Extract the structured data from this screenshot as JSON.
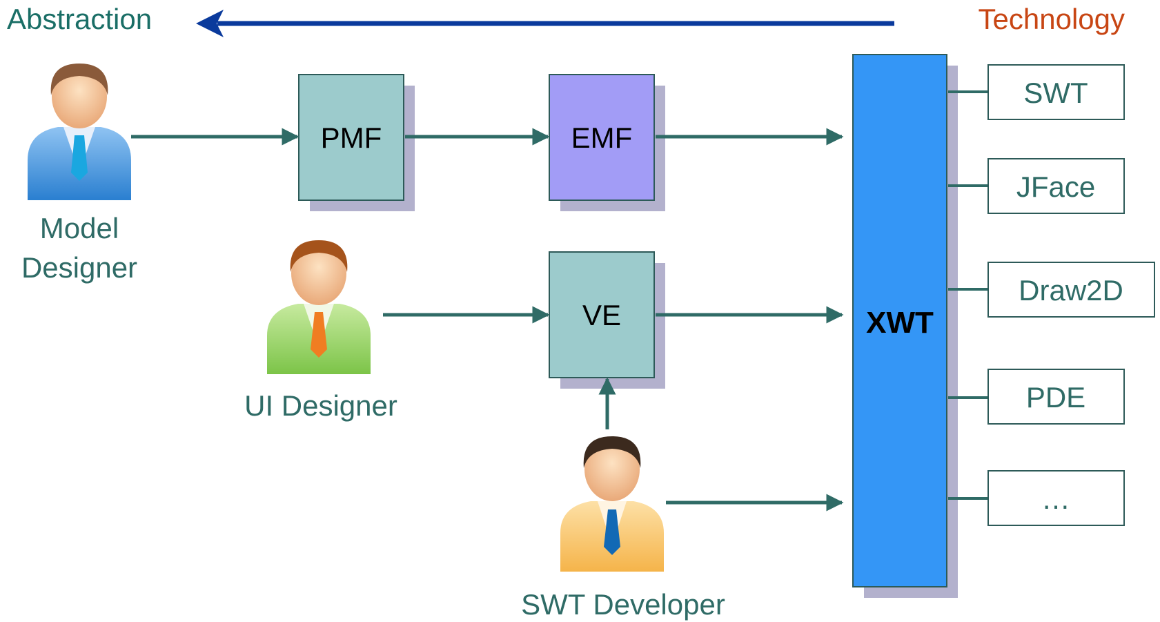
{
  "header": {
    "abstraction_label": "Abstraction",
    "technology_label": "Technology"
  },
  "actors": {
    "model_designer": {
      "line1": "Model",
      "line2": "Designer"
    },
    "ui_designer": {
      "label": "UI Designer"
    },
    "swt_developer": {
      "label": "SWT Developer"
    }
  },
  "boxes": {
    "pmf": "PMF",
    "emf": "EMF",
    "ve": "VE",
    "xwt": "XWT"
  },
  "technologies": [
    "SWT",
    "JFace",
    "Draw2D",
    "PDE",
    "…"
  ],
  "colors": {
    "abstraction_text": "#1a6e66",
    "technology_text": "#c84614",
    "top_arrow": "#0a3a9c",
    "flow_arrow": "#2f6b66",
    "box_teal": "#9ccbcc",
    "box_purple": "#a29cf6",
    "box_xwt": "#3496f6",
    "box_shadow": "#b3b1cd",
    "label_text": "#2f6b66"
  }
}
